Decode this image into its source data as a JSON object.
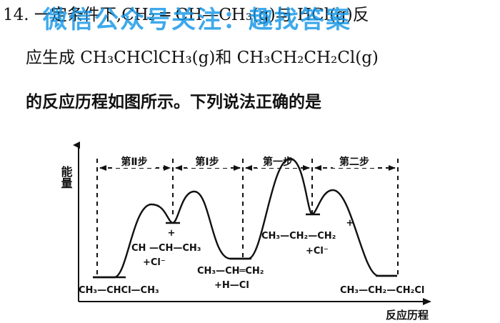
{
  "question": {
    "line1": "14. 一定条件下,CH₂ ═ CH—CH₃(g)与 HCl(g)反",
    "line2": "应生成 CH₃CHClCH₃(g)和 CH₃CH₂CH₂Cl(g)",
    "line3": "的反应历程如图所示。下列说法正确的是"
  },
  "watermark": "微信公众号关注：趣找答案",
  "diagram": {
    "y_axis_label": "能量",
    "x_axis_label": "反应历程",
    "steps": [
      "第Ⅱ步",
      "第Ⅰ步",
      "第一步",
      "第二步"
    ],
    "species": {
      "left_product": "CH₃—CHCl—CH₃",
      "left_intermediate_top": "+",
      "left_intermediate": "CH —CH—CH₃",
      "left_intermediate_ion": "+Cl⁻",
      "reactant": "CH₃—CH═CH₂",
      "reactant_2": "+H—Cl",
      "right_intermediate_top": "+",
      "right_intermediate": "CH₃—CH₂—CH₂",
      "right_intermediate_ion": "+Cl⁻",
      "right_product": "CH₃—CH₂—CH₂Cl"
    }
  }
}
